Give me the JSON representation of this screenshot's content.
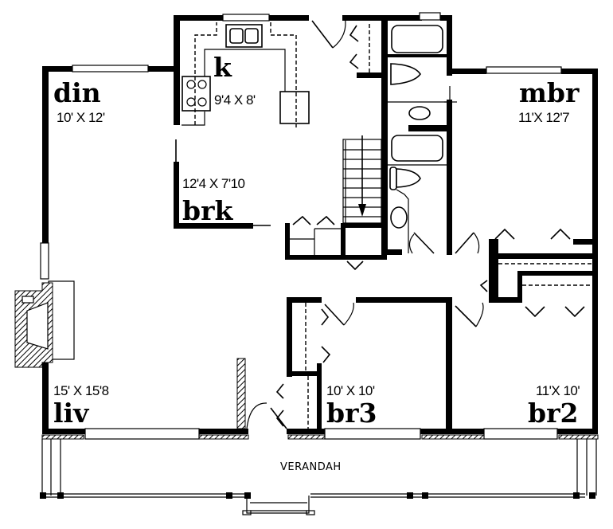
{
  "plan": {
    "rooms": [
      {
        "id": "kitchen",
        "name": "k",
        "dimensions": "9'4 X 8'"
      },
      {
        "id": "dining",
        "name": "din",
        "dimensions": "10' X 12'"
      },
      {
        "id": "breakfast",
        "name": "brk",
        "dimensions": "12'4 X 7'10"
      },
      {
        "id": "master-bedroom",
        "name": "mbr",
        "dimensions": "11'X 12'7"
      },
      {
        "id": "living",
        "name": "liv",
        "dimensions": "15' X 15'8"
      },
      {
        "id": "bedroom-3",
        "name": "br3",
        "dimensions": "10' X 10'"
      },
      {
        "id": "bedroom-2",
        "name": "br2",
        "dimensions": "11'X 10'"
      }
    ],
    "porch": {
      "label": "VERANDAH"
    },
    "fixtures": [
      "kitchen-sink",
      "range",
      "refrigerator",
      "bathtub",
      "toilet",
      "lavatory",
      "stairs-down-arrow",
      "fireplace"
    ],
    "colors": {
      "line": "#000000",
      "background": "#ffffff"
    }
  }
}
